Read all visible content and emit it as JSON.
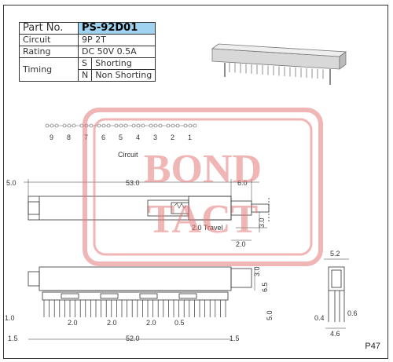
{
  "spec_table": {
    "part_no_label": "Part No.",
    "part_no": "PS-92D01",
    "circuit_label": "Circuit",
    "circuit": "9P 2T",
    "rating_label": "Rating",
    "rating": "DC 50V 0.5A",
    "timing_label": "Timing",
    "timing_rows": [
      {
        "code": "S",
        "desc": "Shorting"
      },
      {
        "code": "N",
        "desc": "Non Shorting"
      }
    ]
  },
  "circuit_diagram": {
    "title": "Circuit",
    "pin_numbers": [
      "9",
      "8",
      "7",
      "6",
      "5",
      "4",
      "3",
      "2",
      "1"
    ]
  },
  "dimensions": {
    "top_left": "5.0",
    "top_center": "53.0",
    "top_right": "6.0",
    "travel": "2.0 Travel",
    "height_a": "3.0",
    "offset_b": "2.0",
    "width_side": "5.2",
    "height_body": "6.5",
    "height_top": "3.0",
    "lead": "5.0",
    "pitch_a": "2.0",
    "pitch_b": "2.0",
    "pitch_c": "2.0",
    "pitch_d": "0.5",
    "left_small": "1.0",
    "left_edge": "1.5",
    "total_length": "52.0",
    "right_edge": "1.5",
    "side_a": "0.4",
    "side_b": "0.6",
    "side_c": "4.6"
  },
  "watermark": {
    "line1": "BOND",
    "line2": "TACT"
  },
  "page_number": "P47",
  "colors": {
    "header": "#9fd3f0",
    "watermark": "#e57b7b",
    "line": "#333333"
  }
}
